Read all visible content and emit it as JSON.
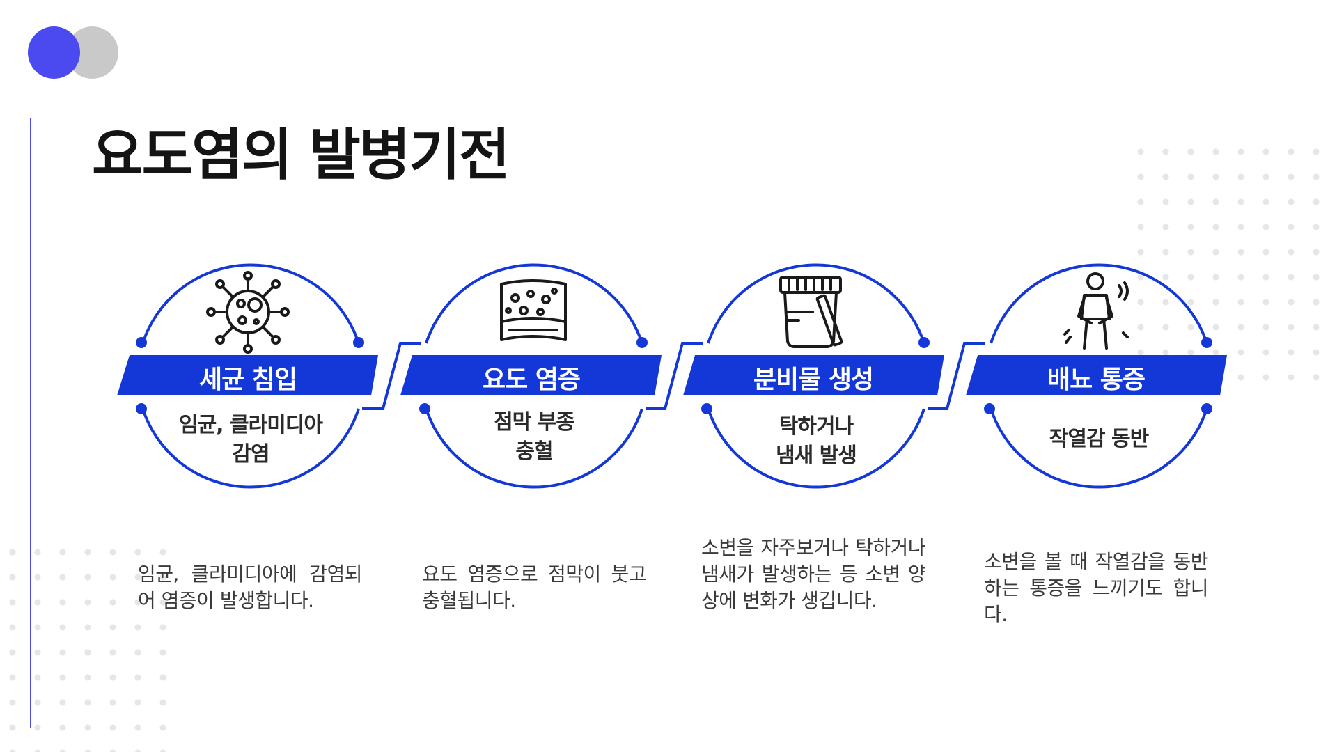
{
  "title": "요도염의 발병기전",
  "colors": {
    "accent": "#1438d8",
    "logo_primary": "#4a4af0",
    "logo_secondary": "#c9c9c9"
  },
  "steps": [
    {
      "icon": "bacteria-icon",
      "label": "세균 침입",
      "sub": [
        "임균, 클라미디아",
        "감염"
      ],
      "desc": "임균, 클라미디아에 감염되어 염증이 발생합니다."
    },
    {
      "icon": "tissue-icon",
      "label": "요도 염증",
      "sub": [
        "점막 부종",
        "충혈"
      ],
      "desc": "요도 염증으로 점막이 붓고 충혈됩니다."
    },
    {
      "icon": "urine-test-icon",
      "label": "분비물 생성",
      "sub": [
        "탁하거나",
        "냄새 발생"
      ],
      "desc": "소변을 자주보거나 탁하거나 냄새가 발생하는 등 소변 양상에 변화가 생깁니다."
    },
    {
      "icon": "pain-icon",
      "label": "배뇨 통증",
      "sub": [
        "작열감 동반"
      ],
      "desc": "소변을 볼 때 작열감을 동반하는 통증을 느끼기도 합니다."
    }
  ]
}
